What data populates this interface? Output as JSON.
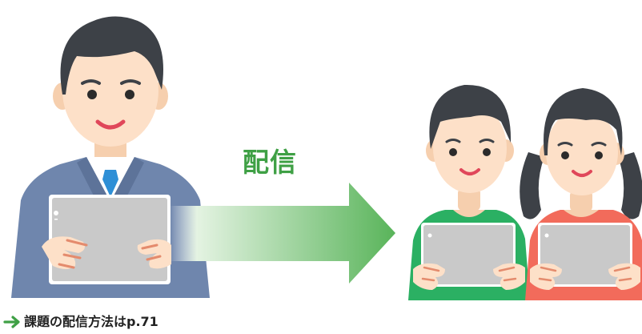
{
  "diagram": {
    "action_label": "配信",
    "reference_text": "課題の配信方法はp.71",
    "icons": {
      "teacher": "teacher-with-tablet",
      "student_boy": "student-boy-with-tablet",
      "student_girl": "student-girl-with-tablet",
      "flow_arrow": "gradient-arrow-right",
      "ref_arrow": "arrow-right"
    },
    "colors": {
      "accent_green": "#3fa045",
      "arrow_light": "#e4f3e2",
      "arrow_dark": "#59b45a",
      "suit": "#6f86ad",
      "boy_shirt": "#2bb063",
      "girl_shirt": "#f26b5b",
      "hair": "#3d4147",
      "skin": "#fde0c8",
      "tablet": "#c9c9c9"
    }
  }
}
